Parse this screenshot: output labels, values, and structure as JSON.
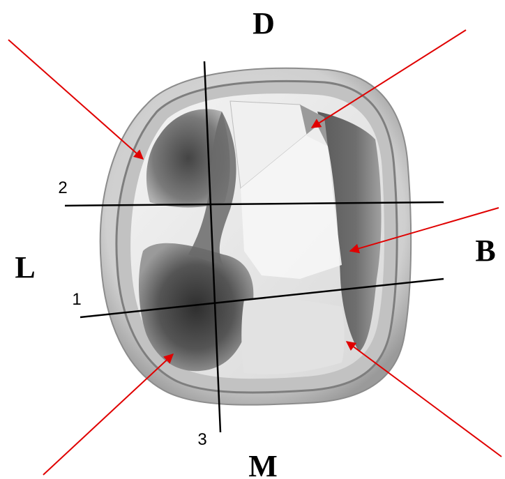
{
  "directions": {
    "distal": "D",
    "mesial": "M",
    "lingual": "L",
    "buccal": "B"
  },
  "section_lines": {
    "line1": "1",
    "line2": "2",
    "line3": "3"
  },
  "colors": {
    "arrow": "#e00000",
    "line": "#000000",
    "label": "#000000"
  },
  "icons": {
    "tooth": "tooth-occlusal-view",
    "arrowhead": "red-arrowhead"
  }
}
